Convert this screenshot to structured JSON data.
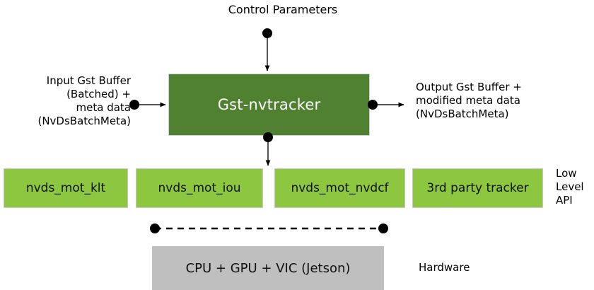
{
  "diagram": {
    "title": "Control Parameters",
    "process_box": {
      "label": "Gst-nvtracker"
    },
    "input_label": "Input Gst Buffer\n(Batched) +\nmeta data\n(NvDsBatchMeta)",
    "output_label": "Output Gst Buffer +\nmodified meta data\n(NvDsBatchMeta)",
    "low_level_boxes": [
      {
        "label": "nvds_mot_klt"
      },
      {
        "label": "nvds_mot_iou"
      },
      {
        "label": "nvds_mot_nvdcf"
      },
      {
        "label": "3rd party tracker"
      }
    ],
    "low_level_api_label": "Low\nLevel\nAPI",
    "hardware_box": {
      "label": "CPU + GPU + VIC (Jetson)"
    },
    "hardware_label": "Hardware",
    "colors": {
      "process_green": "#4f8130",
      "low_level_green": "#8dc63f",
      "hardware_gray": "#bfbfbf",
      "connector_black": "#000000",
      "background": "#ffffff"
    }
  }
}
